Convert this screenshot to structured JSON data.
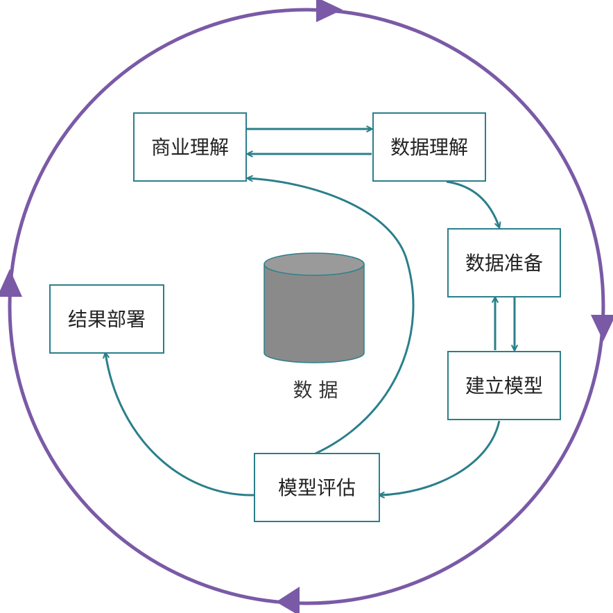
{
  "diagram": {
    "colors": {
      "cycle": "#7a5aa6",
      "flow": "#2a7f8a",
      "database_body": "#8a8a8a",
      "database_outline": "#2a7f8a"
    },
    "nodes": {
      "business_understanding": "商业理解",
      "data_understanding": "数据理解",
      "data_preparation": "数据准备",
      "modeling": "建立模型",
      "evaluation": "模型评估",
      "deployment": "结果部署"
    },
    "database": {
      "label": "数 据"
    }
  }
}
